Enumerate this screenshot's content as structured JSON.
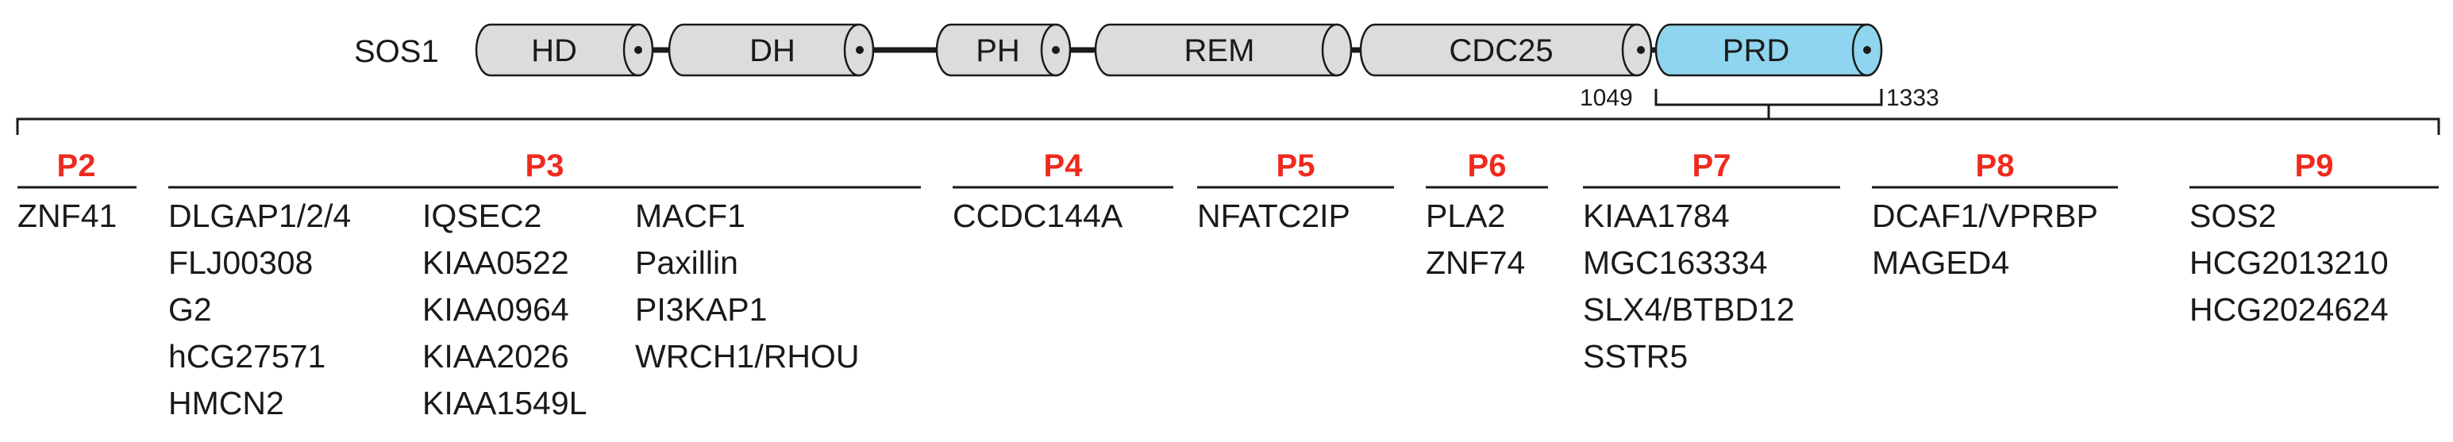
{
  "protein": {
    "name": "SOS1"
  },
  "domains": [
    {
      "name": "HD",
      "highlight": false
    },
    {
      "name": "DH",
      "highlight": false
    },
    {
      "name": "PH",
      "highlight": false
    },
    {
      "name": "REM",
      "highlight": false
    },
    {
      "name": "CDC25",
      "highlight": false
    },
    {
      "name": "PRD",
      "highlight": true
    }
  ],
  "prd_range": {
    "start": "1049",
    "end": "1333"
  },
  "colors": {
    "domain_fill": "#dcdcdc",
    "prd_fill": "#8fd5ef",
    "title_red": "#ee2a1e",
    "ink": "#1a1a1a"
  },
  "groups": [
    {
      "title": "P2",
      "columns": [
        [
          "ZNF41"
        ]
      ]
    },
    {
      "title": "P3",
      "columns": [
        [
          "DLGAP1/2/4",
          "FLJ00308",
          "G2",
          "hCG27571",
          "HMCN2"
        ],
        [
          "IQSEC2",
          "KIAA0522",
          "KIAA0964",
          "KIAA2026",
          "KIAA1549L"
        ],
        [
          "MACF1",
          "Paxillin",
          "PI3KAP1",
          "WRCH1/RHOU"
        ]
      ]
    },
    {
      "title": "P4",
      "columns": [
        [
          "CCDC144A"
        ]
      ]
    },
    {
      "title": "P5",
      "columns": [
        [
          "NFATC2IP"
        ]
      ]
    },
    {
      "title": "P6",
      "columns": [
        [
          "PLA2",
          "ZNF74"
        ]
      ]
    },
    {
      "title": "P7",
      "columns": [
        [
          "KIAA1784",
          "MGC163334",
          "SLX4/BTBD12",
          "SSTR5"
        ]
      ]
    },
    {
      "title": "P8",
      "columns": [
        [
          "DCAF1/VPRBP",
          "MAGED4"
        ]
      ]
    },
    {
      "title": "P9",
      "columns": [
        [
          "SOS2",
          "HCG2013210",
          "HCG2024624"
        ]
      ]
    }
  ]
}
